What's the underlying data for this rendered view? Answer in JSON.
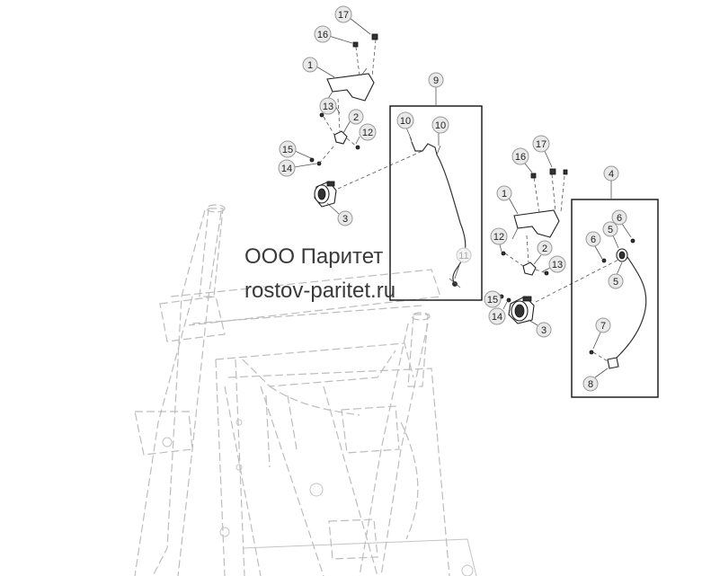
{
  "watermark": {
    "company": "ООО Паритет",
    "site": "rostov-paritet.ru"
  },
  "callouts": {
    "c1a": "1",
    "c2a": "2",
    "c3a": "3",
    "c12a": "12",
    "c13a": "13",
    "c14a": "14",
    "c15a": "15",
    "c16a": "16",
    "c17a": "17",
    "c9": "9",
    "c10a": "10",
    "c10b": "10",
    "c11": "11",
    "c1b": "1",
    "c2b": "2",
    "c3b": "3",
    "c12b": "12",
    "c13b": "13",
    "c14b": "14",
    "c15b": "15",
    "c16b": "16",
    "c17b": "17",
    "c4": "4",
    "c5a": "5",
    "c5b": "5",
    "c6a": "6",
    "c6b": "6",
    "c7": "7",
    "c8": "8"
  }
}
